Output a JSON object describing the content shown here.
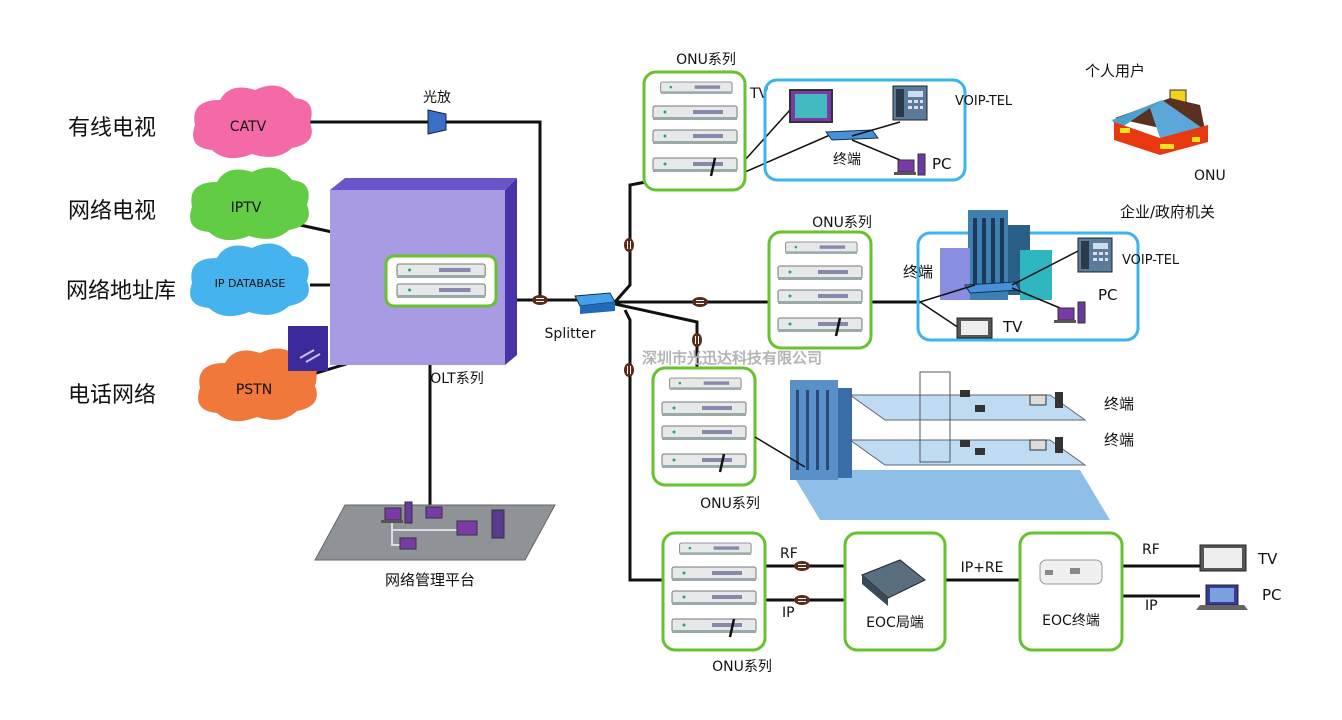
{
  "sources": {
    "catv": {
      "label": "有线电视",
      "cloud": "CATV"
    },
    "iptv": {
      "label": "网络电视",
      "cloud": "IPTV"
    },
    "ipdb": {
      "label": "网络地址库",
      "cloud": "IP DATABASE"
    },
    "pstn": {
      "label": "电话网络",
      "cloud": "PSTN"
    }
  },
  "amplifier_label": "光放",
  "olt_label": "OLT系列",
  "management_label": "网络管理平台",
  "splitter_label": "Splitter",
  "watermark": "深圳市光迅达科技有限公司",
  "onu_series_label": "ONU系列",
  "home": {
    "title": "个人用户",
    "onu": "ONU"
  },
  "enterprise_title": "企业/政府机关",
  "group1": {
    "tv": "TV",
    "voip": "VOIP-TEL",
    "terminal": "终端",
    "pc": "PC"
  },
  "group2": {
    "terminal": "终端",
    "voip": "VOIP-TEL",
    "pc": "PC",
    "tv": "TV"
  },
  "group3": {
    "terminal_a": "终端",
    "terminal_b": "终端"
  },
  "group4": {
    "rf": "RF",
    "ip": "IP",
    "eoc_head": "EOC局端",
    "ip_re": "IP+RE",
    "eoc_terminal": "EOC终端",
    "rf2": "RF",
    "ip2": "IP",
    "tv": "TV",
    "pc": "PC"
  },
  "colors": {
    "catv": "#f46aa6",
    "iptv": "#62cc44",
    "ipdb": "#45b4ee",
    "pstn": "#f0783a",
    "olt_front": "#a89be4",
    "olt_side": "#4a33a8",
    "onu_border": "#66c22e",
    "terminal_border": "#3cb4ec"
  }
}
